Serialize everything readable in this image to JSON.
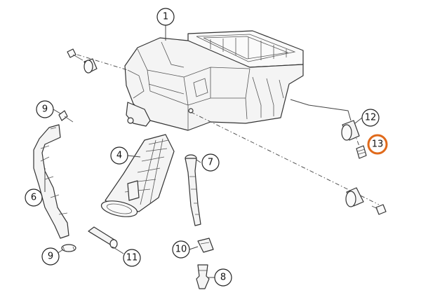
{
  "colors": {
    "line": "#333333",
    "highlight": "#e06a1b",
    "background": "#ffffff"
  },
  "callouts": [
    {
      "id": "1",
      "label": "1",
      "highlighted": false
    },
    {
      "id": "4",
      "label": "4",
      "highlighted": false
    },
    {
      "id": "6",
      "label": "6",
      "highlighted": false
    },
    {
      "id": "7",
      "label": "7",
      "highlighted": false
    },
    {
      "id": "8",
      "label": "8",
      "highlighted": false
    },
    {
      "id": "9a",
      "label": "9",
      "highlighted": false
    },
    {
      "id": "9b",
      "label": "9",
      "highlighted": false
    },
    {
      "id": "10",
      "label": "10",
      "highlighted": false
    },
    {
      "id": "11",
      "label": "11",
      "highlighted": false
    },
    {
      "id": "12",
      "label": "12",
      "highlighted": false
    },
    {
      "id": "13",
      "label": "13",
      "highlighted": true
    }
  ]
}
